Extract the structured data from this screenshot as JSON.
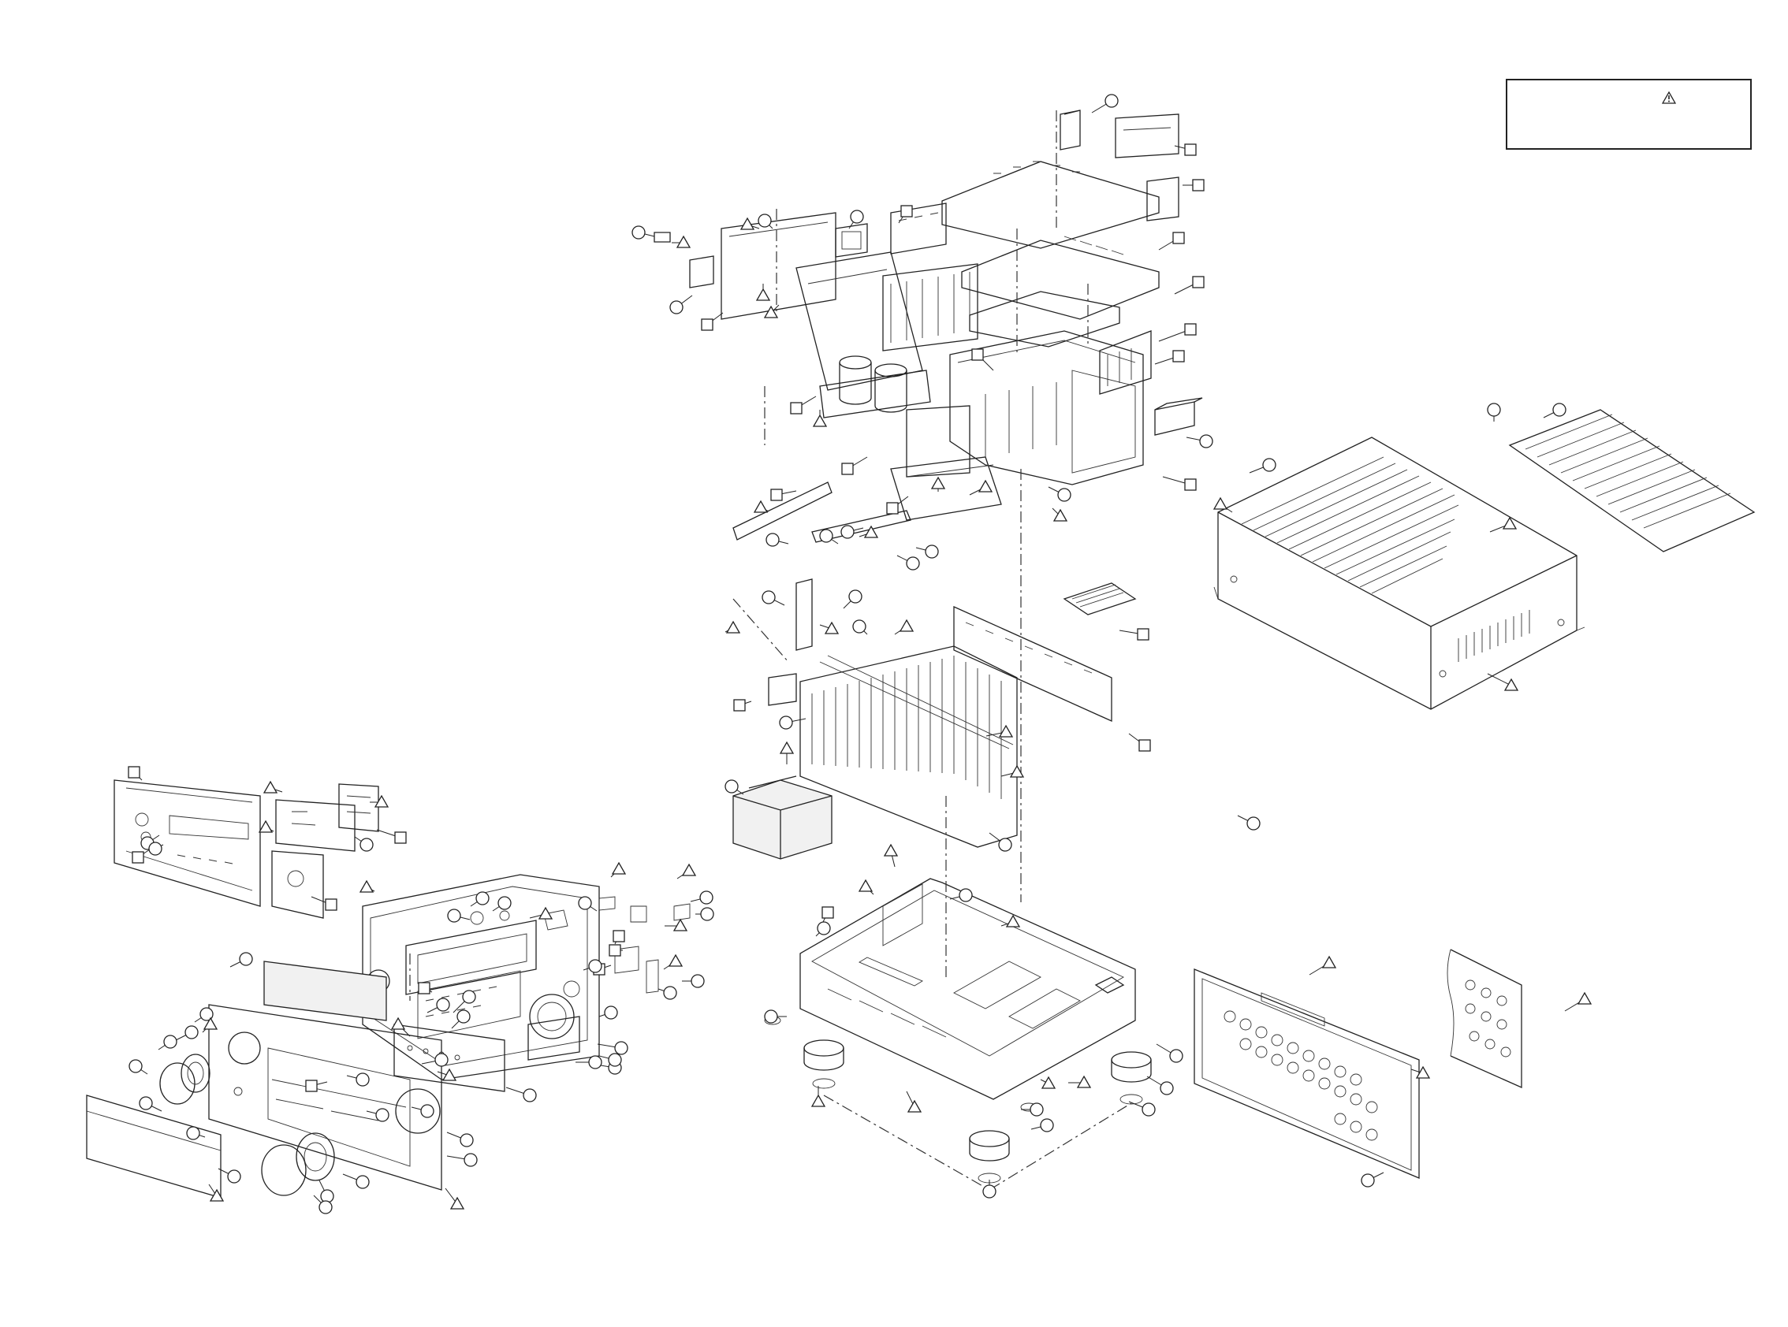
{
  "legend": {
    "text": "",
    "icon": "warning-triangle-icon"
  },
  "diagram": {
    "kind": "exploded-parts-view",
    "callout_shapes": [
      "circle",
      "square",
      "triangle"
    ]
  },
  "colors": {
    "line": "#222222",
    "background": "#ffffff"
  }
}
